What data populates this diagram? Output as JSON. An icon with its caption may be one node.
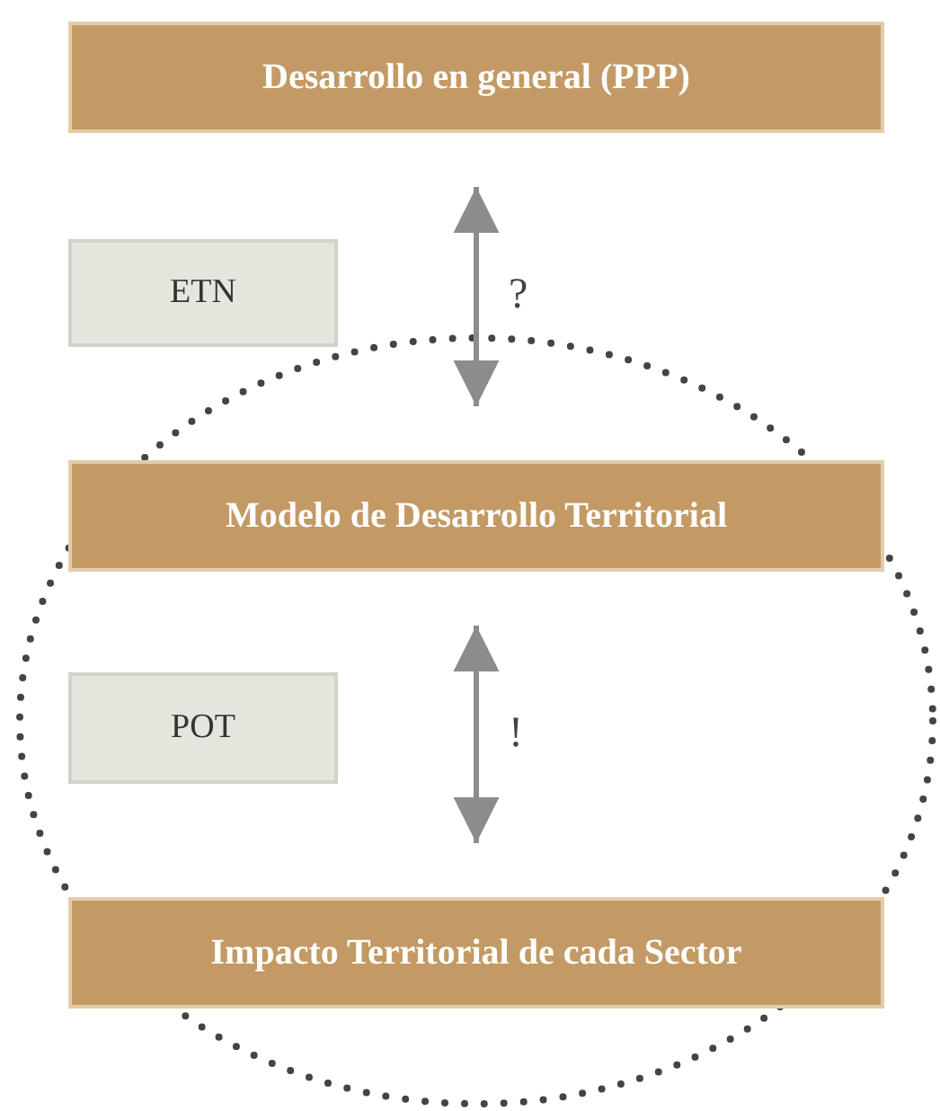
{
  "diagram": {
    "nodes": [
      {
        "text": [
          "Desarrollo en general (PPP)"
        ]
      },
      {
        "text": [
          "ETN"
        ]
      },
      {
        "text": [
          "Modelo de Desarrollo Territorial"
        ]
      },
      {
        "text": [
          "POT"
        ]
      },
      {
        "text": [
          "Impacto Territorial de cada Sector"
        ]
      }
    ],
    "edges": [
      {
        "from": 0,
        "to": 2,
        "arrow": "both",
        "label": "?"
      },
      {
        "from": 2,
        "to": 4,
        "arrow": "both",
        "label": "!"
      }
    ]
  }
}
